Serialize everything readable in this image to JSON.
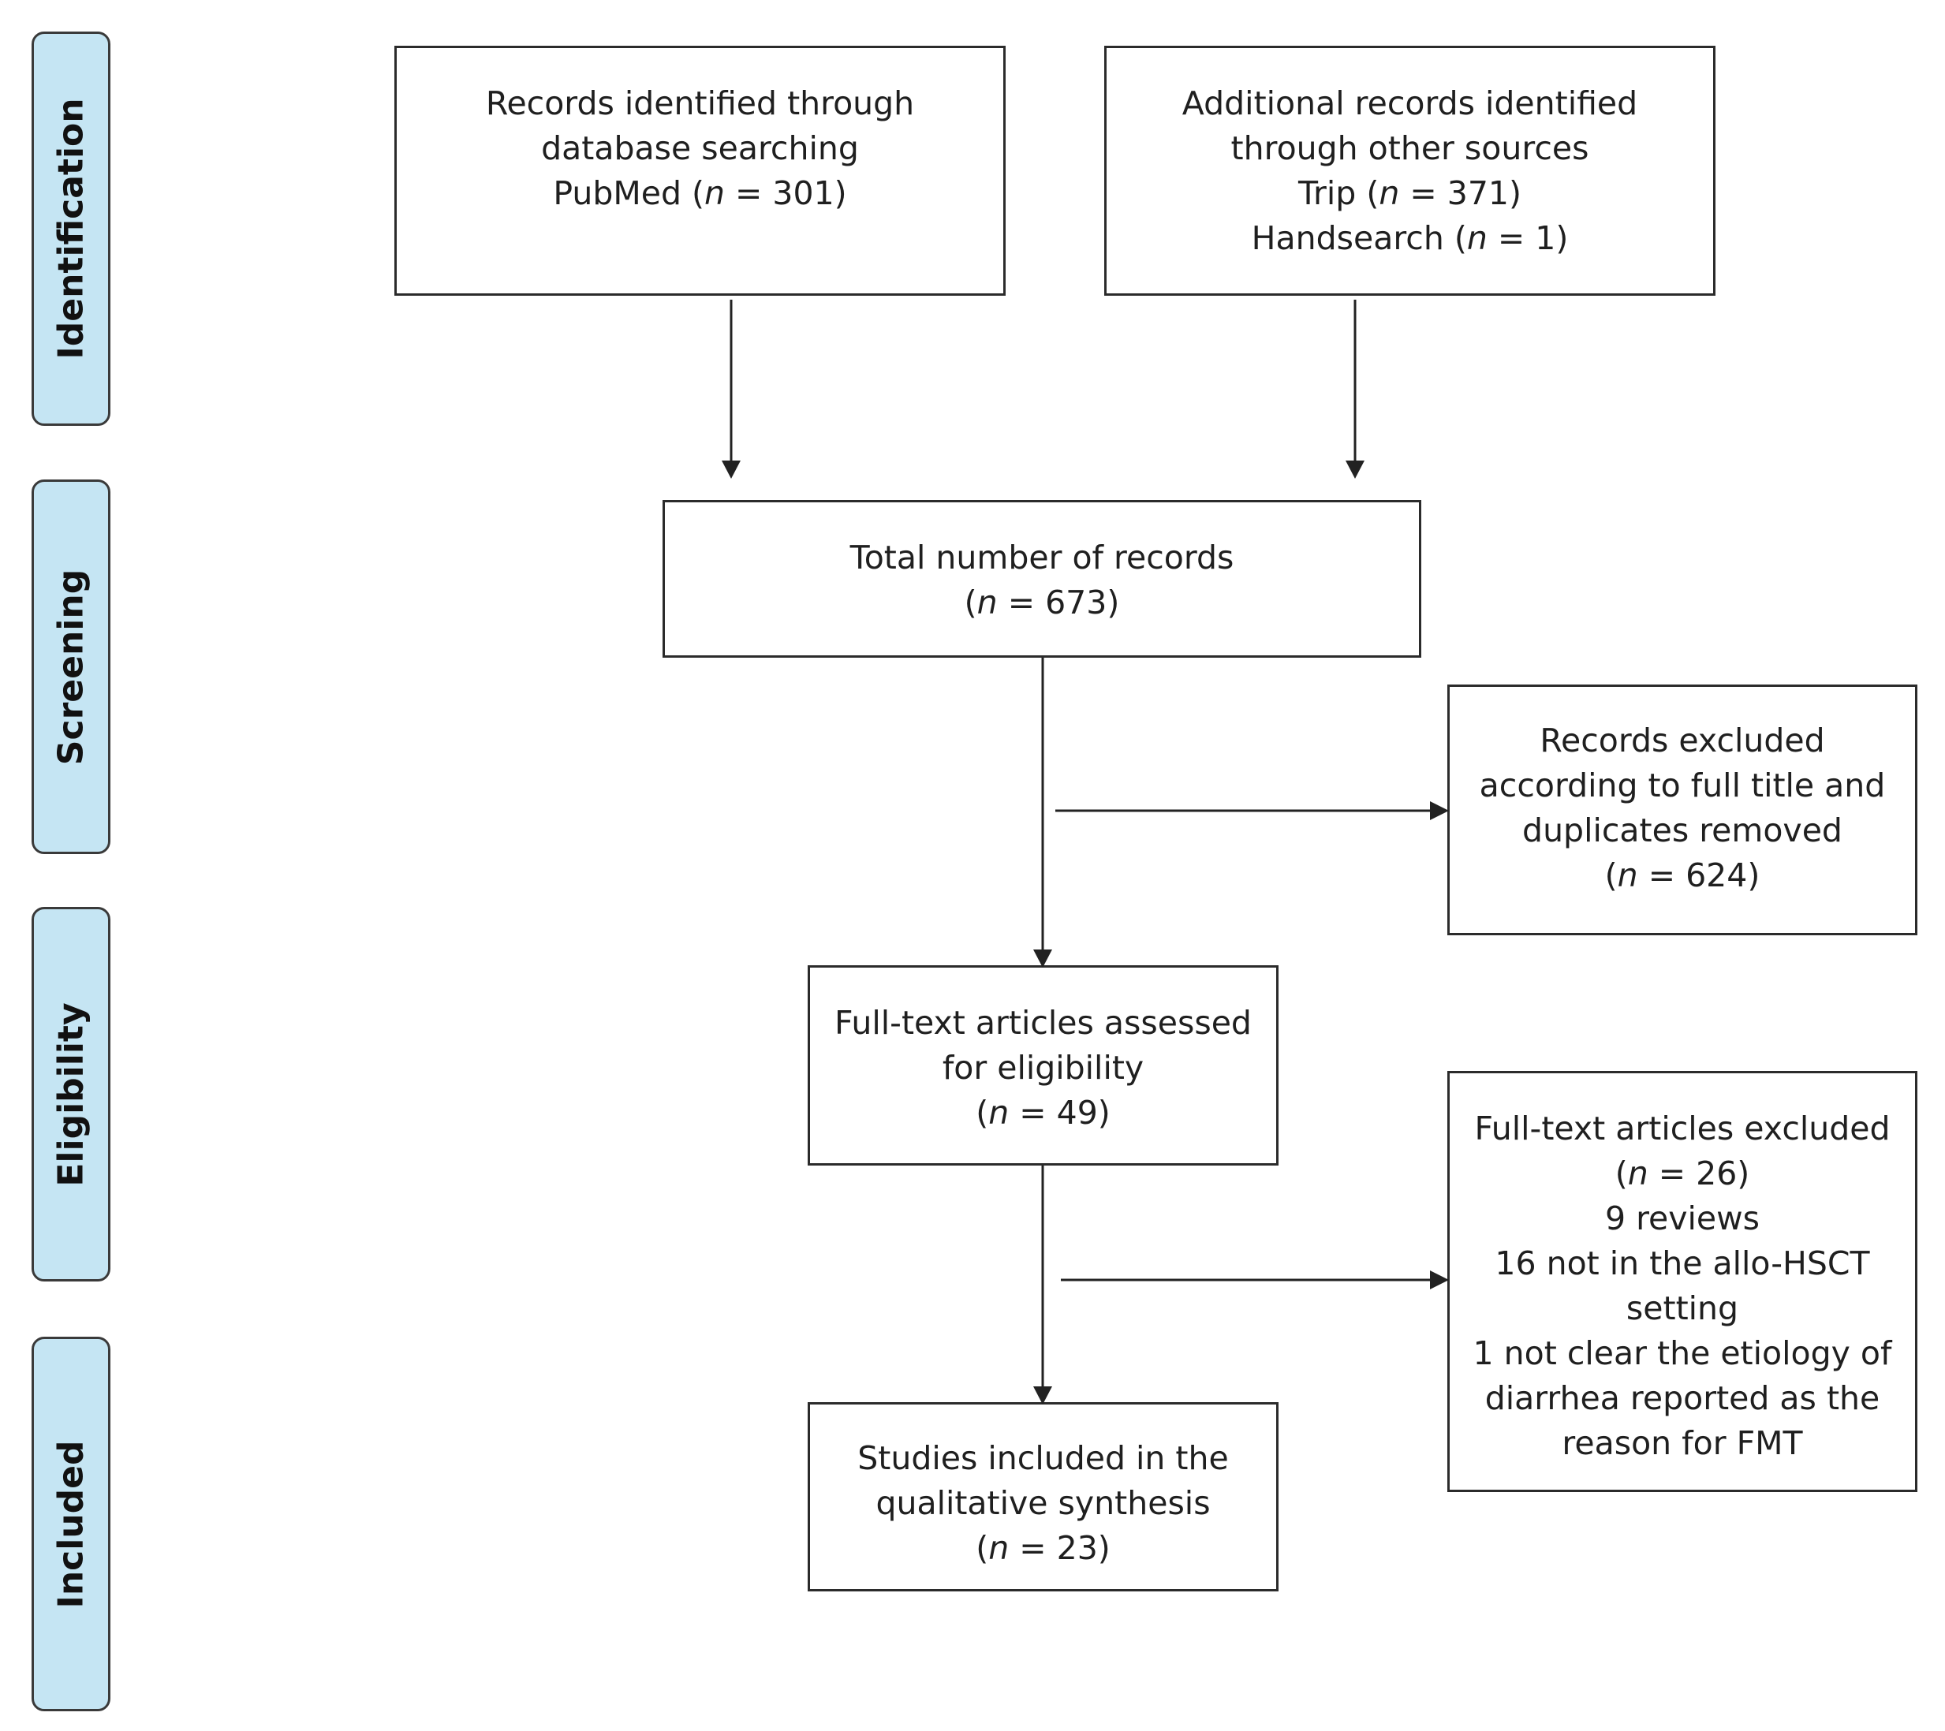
{
  "phases": {
    "identification": "Identification",
    "screening": "Screening",
    "eligibility": "Eligibility",
    "included": "Included"
  },
  "boxes": {
    "database": {
      "lines": [
        "Records identified through",
        "database searching"
      ],
      "count": {
        "prefix": "PubMed (",
        "var": "n",
        "suffix": " = 301)"
      }
    },
    "other_sources": {
      "lines": [
        "Additional records identified",
        "through other sources"
      ],
      "counts": [
        {
          "prefix": "Trip (",
          "var": "n",
          "suffix": " = 371)"
        },
        {
          "prefix": "Handsearch (",
          "var": "n",
          "suffix": " = 1)"
        }
      ]
    },
    "total": {
      "lines": [
        "Total number of records"
      ],
      "count": {
        "prefix": "(",
        "var": "n",
        "suffix": " = 673)"
      }
    },
    "excluded_title": {
      "lines": [
        "Records excluded",
        "according to full title and",
        "duplicates removed"
      ],
      "count": {
        "prefix": "(",
        "var": "n",
        "suffix": " = 624)"
      }
    },
    "fulltext_assessed": {
      "lines": [
        "Full-text articles assessed",
        "for eligibility"
      ],
      "count": {
        "prefix": "(",
        "var": "n",
        "suffix": " = 49)"
      }
    },
    "fulltext_excluded": {
      "lines": [
        "Full-text articles excluded"
      ],
      "count": {
        "prefix": "(",
        "var": "n",
        "suffix": " = 26)"
      },
      "reasons": [
        "9 reviews",
        "16 not in the allo-HSCT",
        "setting",
        "1 not clear the etiology of",
        "diarrhea reported as the",
        "reason for FMT"
      ]
    },
    "included": {
      "lines": [
        "Studies included in the",
        "qualitative synthesis"
      ],
      "count": {
        "prefix": "(",
        "var": "n",
        "suffix": " = 23)"
      }
    }
  }
}
